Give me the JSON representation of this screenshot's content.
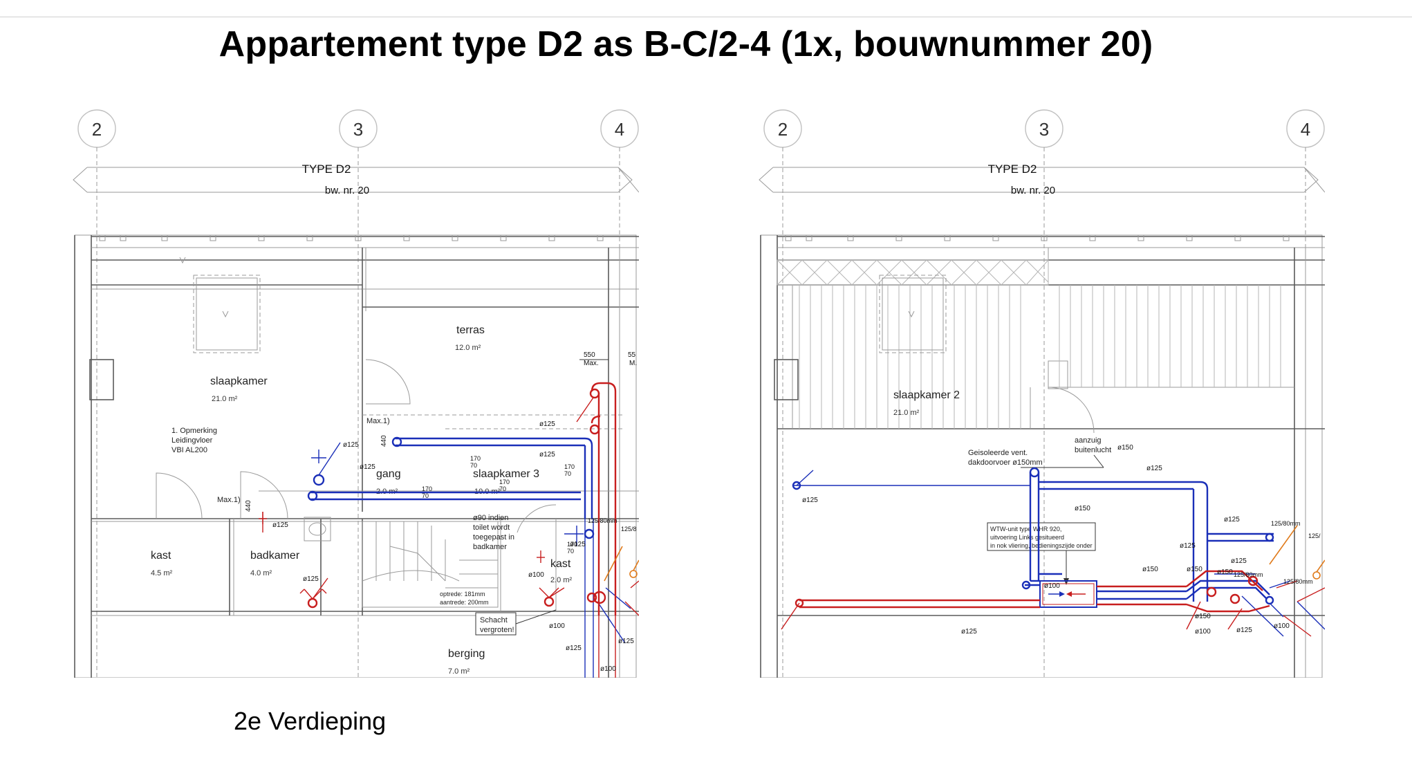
{
  "title": "Appartement type D2 as B-C/2-4 (1x, bouwnummer 20)",
  "floor_label": "2e Verdieping",
  "colors": {
    "supply_duct": "#1a2fb8",
    "exhaust_duct": "#c81e1e",
    "outdoor_duct": "#e07a1a",
    "wall": "#5a5a5a"
  },
  "left_plan": {
    "grid_labels": [
      "2",
      "3",
      "4"
    ],
    "type_label": "TYPE D2",
    "bw_label": "bw. nr. 20",
    "rooms": {
      "slaapkamer": {
        "name": "slaapkamer",
        "area": "21.0 m²"
      },
      "terras": {
        "name": "terras",
        "area": "12.0 m²"
      },
      "gang": {
        "name": "gang",
        "area": "2.0 m²"
      },
      "slaapkamer3": {
        "name": "slaapkamer 3",
        "area": "10.0 m²"
      },
      "kast1": {
        "name": "kast",
        "area": "4.5 m²"
      },
      "badkamer": {
        "name": "badkamer",
        "area": "4.0 m²"
      },
      "kast2": {
        "name": "kast",
        "area": "2.0 m²"
      },
      "berging": {
        "name": "berging",
        "area": "7.0 m²"
      }
    },
    "notes": {
      "opmerking_1": "1. Opmerking",
      "opmerking_2": "Leidingvloer",
      "opmerking_3": "VBI AL200",
      "toilet_1": "ø90 indien",
      "toilet_2": "toilet wordt",
      "toilet_3": "toegepast in",
      "toilet_4": "badkamer",
      "schacht_1": "Schacht",
      "schacht_2": "vergroten!",
      "trap_1": "optrede: 181mm",
      "trap_2": "aantrede: 200mm",
      "max1_a": "Max.1)",
      "max1_b": "Max.1)",
      "dim_550": "550",
      "dim_max": "Max.",
      "dim_55": "55",
      "dim_max_cut": "M.",
      "dim_440_a": "440",
      "dim_440_b": "440"
    },
    "duct_labels": {
      "d125_a": "ø125",
      "d125_b": "ø125",
      "d125_c": "ø125",
      "d125_d": "ø125",
      "d125_e": "ø125",
      "d125_f": "ø125",
      "d125_g": "ø125",
      "d125_h": "ø125",
      "d125_i": "ø125",
      "d125_80": "125/80mm",
      "d125_8": "125/8",
      "d100_a": "ø100",
      "d100_b": "ø100",
      "d100_c": "ø100",
      "d170_70_a": "170",
      "d170_70_b": "70",
      "d170_70_c": "170",
      "d170_70_d": "70",
      "d170_70_e": "170",
      "d170_70_f": "70",
      "d170_70_g": "170",
      "d170_70_h": "70",
      "d170_70_i": "170",
      "d170_70_j": "70"
    }
  },
  "right_plan": {
    "grid_labels": [
      "2",
      "3",
      "4"
    ],
    "type_label": "TYPE D2",
    "bw_label": "bw. nr. 20",
    "rooms": {
      "slaapkamer2": {
        "name": "slaapkamer 2",
        "area": "21.0 m²"
      }
    },
    "notes": {
      "geisoleerde_1": "Geisoleerde vent.",
      "geisoleerde_2": "dakdoorvoer ø150mm",
      "aanzuig_1": "aanzuig",
      "aanzuig_2": "buitenlucht",
      "wtw_1": "WTW-unit type WHR 920,",
      "wtw_2": "uitvoering Links gesitueerd",
      "wtw_3": "in nok vliering, bedieningszijde onder"
    },
    "duct_labels": {
      "d150_a": "ø150",
      "d150_b": "ø150",
      "d150_c": "ø150",
      "d150_d": "ø150",
      "d150_e": "ø150",
      "d150_f": "ø150",
      "d125_a": "ø125",
      "d125_b": "ø125",
      "d125_c": "ø125",
      "d125_d": "ø125",
      "d125_e": "ø125",
      "d125_f": "ø125",
      "d125_g": "ø125",
      "d125_80_a": "125/80mm",
      "d125_80_b": "125/80mm",
      "d125_80_c": "125/80mm",
      "d125_cut": "125/",
      "d100_a": "ø100",
      "d100_b": "ø100",
      "d100_c": "ø100"
    }
  }
}
